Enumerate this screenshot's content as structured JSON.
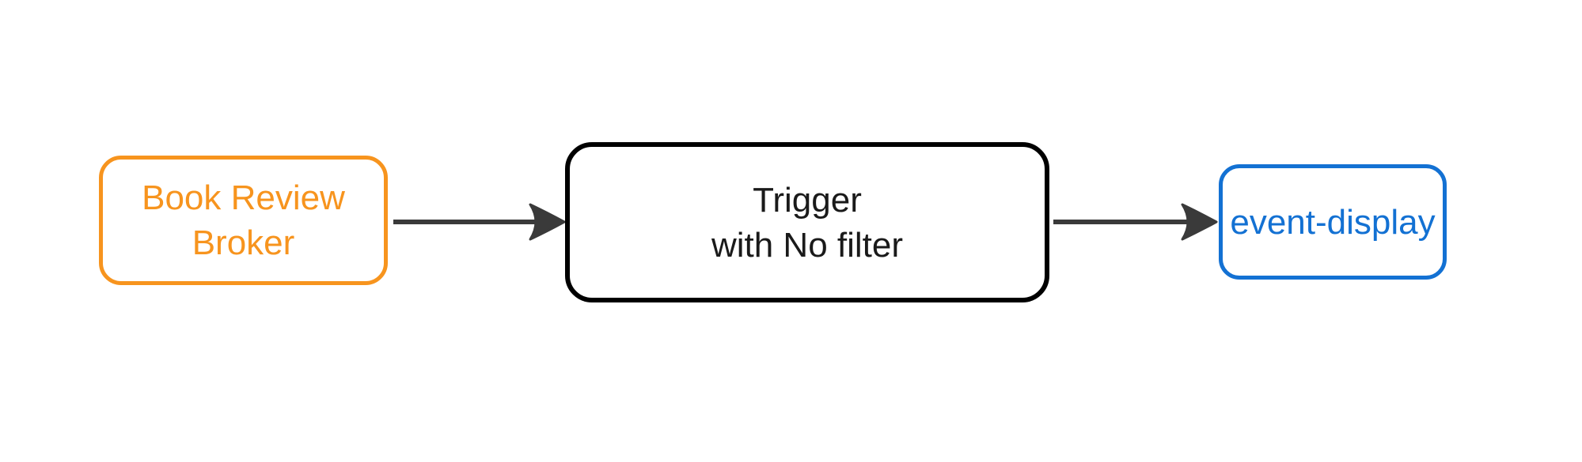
{
  "diagram": {
    "type": "flowchart",
    "direction": "left-to-right",
    "background_color": "#ffffff",
    "nodes": [
      {
        "id": "book-review-broker",
        "label": "Book Review\nBroker",
        "border_color": "#f7941e",
        "text_color": "#f7941e",
        "shape": "rounded-rectangle"
      },
      {
        "id": "trigger",
        "label": "Trigger\nwith No filter",
        "border_color": "#000000",
        "text_color": "#1a1a1a",
        "shape": "rounded-rectangle"
      },
      {
        "id": "event-display",
        "label": "event-display",
        "border_color": "#1371d3",
        "text_color": "#1371d3",
        "shape": "rounded-rectangle"
      }
    ],
    "edges": [
      {
        "from": "book-review-broker",
        "to": "trigger",
        "style": "arrow",
        "color": "#3a3a3a"
      },
      {
        "from": "trigger",
        "to": "event-display",
        "style": "arrow",
        "color": "#3a3a3a"
      }
    ]
  }
}
